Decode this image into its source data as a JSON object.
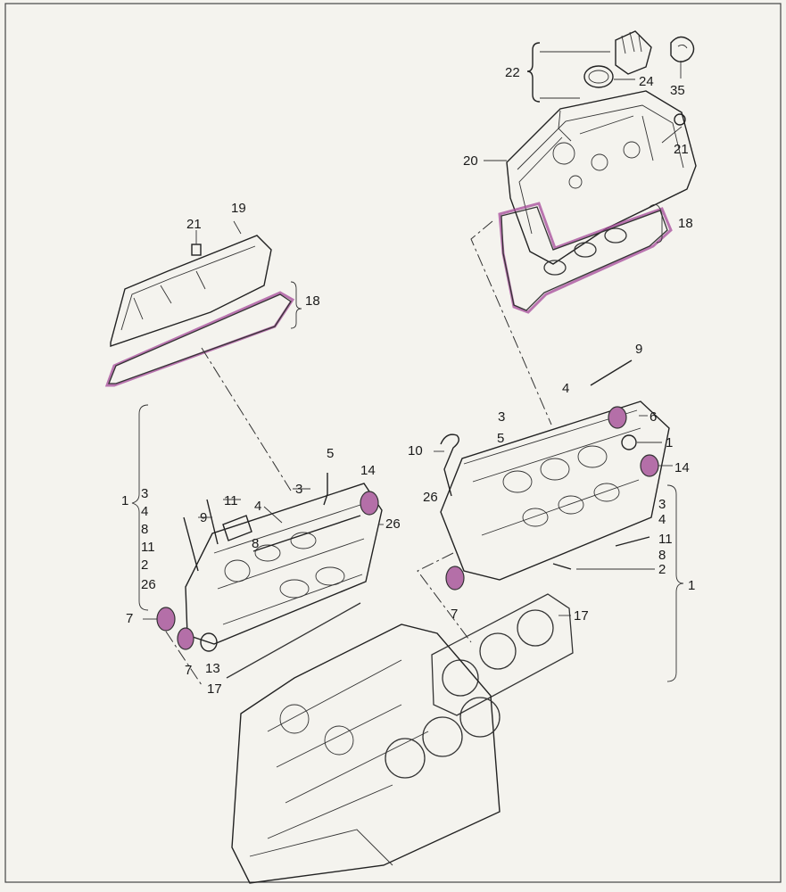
{
  "colors": {
    "paper": "#f4f3ee",
    "ink": "#1a1a1a",
    "highlight": "#a54a9a"
  },
  "callouts": {
    "c22": "22",
    "c24": "24",
    "c35": "35",
    "c21a": "21",
    "c20": "20",
    "c18a": "18",
    "c21b": "21",
    "c19": "19",
    "c18b": "18",
    "c9a": "9",
    "c4a": "4",
    "c3a": "3",
    "c6": "6",
    "c5a": "5",
    "c1a": "1",
    "c10": "10",
    "c14a": "14",
    "c26a": "26",
    "c3r": "3",
    "c4r": "4",
    "c11a": "11",
    "c8a": "8",
    "c2a": "2",
    "c1right": "1",
    "c7a": "7",
    "c17a": "17",
    "c5b": "5",
    "c14b": "14",
    "c3b": "3",
    "c11b": "11",
    "c4b": "4",
    "c9b": "9",
    "c8b": "8",
    "c26b": "26",
    "c1left": "1",
    "l3": "3",
    "l4": "4",
    "l8": "8",
    "l11": "11",
    "l2": "2",
    "l26": "26",
    "c7b": "7",
    "c7c": "7",
    "c13": "13",
    "c17b": "17"
  }
}
